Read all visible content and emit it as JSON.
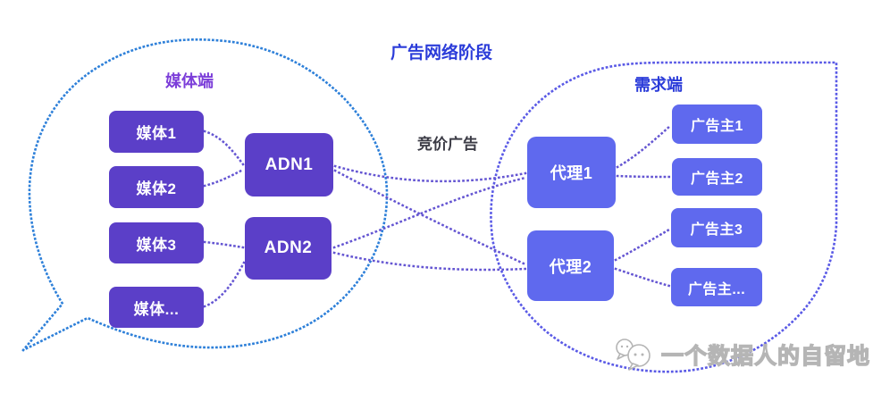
{
  "diagram": {
    "title": "广告网络阶段",
    "center_label": "竞价广告",
    "left_bubble": {
      "title": "媒体端",
      "media_nodes": [
        "媒体1",
        "媒体2",
        "媒体3",
        "媒体..."
      ],
      "adn_nodes": [
        "ADN1",
        "ADN2"
      ]
    },
    "right_bubble": {
      "title": "需求端",
      "agent_nodes": [
        "代理1",
        "代理2"
      ],
      "advertiser_nodes": [
        "广告主1",
        "广告主2",
        "广告主3",
        "广告主..."
      ]
    },
    "edges": [
      "媒体1→ADN1",
      "媒体2→ADN1",
      "媒体3→ADN2",
      "媒体...→ADN2",
      "ADN1→代理1",
      "ADN1→代理2",
      "ADN2→代理1",
      "ADN2→代理2",
      "代理1→广告主1",
      "代理1→广告主2",
      "代理2→广告主3",
      "代理2→广告主..."
    ],
    "colors": {
      "left_node_fill": "#5b3fc8",
      "right_node_fill": "#5f69ee",
      "left_bubble_border": "#2e80d9",
      "right_bubble_border": "#5a5ae6",
      "connector": "#6455d2",
      "title_blue": "#2b3cd9",
      "title_purple": "#7c3ed9",
      "bid_label_gray": "#3b3b45"
    }
  },
  "watermark": {
    "text": "一个数据人的自留地",
    "icon": "chat-bubbles-logo-icon"
  }
}
